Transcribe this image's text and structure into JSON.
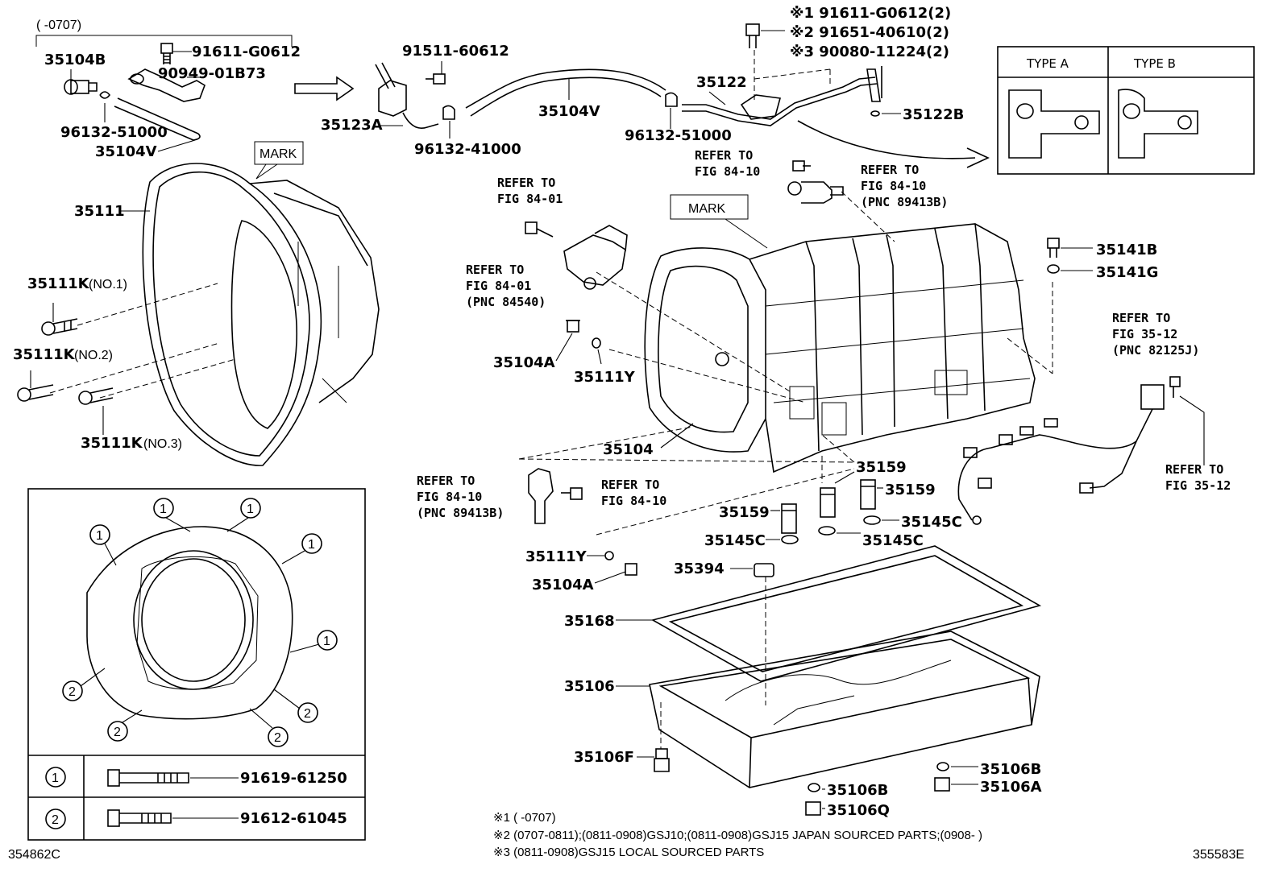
{
  "diagram": {
    "range_top_left": "(      -0707)",
    "labels": {
      "p35104B": "35104B",
      "p91611_G0612": "91611-G0612",
      "p90949_01B73": "90949-01B73",
      "p96132_51000_left": "96132-51000",
      "p35104V_left": "35104V",
      "p91511_60612": "91511-60612",
      "p35123A": "35123A",
      "p96132_41000": "96132-41000",
      "p35104V": "35104V",
      "p96132_51000_mid": "96132-51000",
      "p35122": "35122",
      "p35122B": "35122B",
      "star1": "※1 91611-G0612(2)",
      "star2": "※2 91651-40610(2)",
      "star3": "※3 90080-11224(2)",
      "p35111": "35111",
      "p35111K_1": "35111K",
      "p35111K_1_note": "(NO.1)",
      "p35111K_2": "35111K",
      "p35111K_2_note": "(NO.2)",
      "p35111K_3": "35111K",
      "p35111K_3_note": "(NO.3)",
      "p35104A_upper": "35104A",
      "p35111Y_upper": "35111Y",
      "p35104": "35104",
      "p35141B": "35141B",
      "p35141G": "35141G",
      "p35159_a": "35159",
      "p35159_b": "35159",
      "p35159_c": "35159",
      "p35145C_a": "35145C",
      "p35145C_b": "35145C",
      "p35145C_c": "35145C",
      "p35111Y_lower": "35111Y",
      "p35104A_lower": "35104A",
      "p35394": "35394",
      "p35168": "35168",
      "p35106": "35106",
      "p35106F": "35106F",
      "p35106B_right": "35106B",
      "p35106A": "35106A",
      "p35106B_mid": "35106B",
      "p35106Q": "35106Q"
    },
    "mark_labels": [
      "MARK",
      "MARK"
    ],
    "type_box": {
      "type_a": "TYPE A",
      "type_b": "TYPE B"
    },
    "refs": {
      "ref_84_10_a_1": "REFER TO",
      "ref_84_10_a_2": "FIG 84-10",
      "ref_84_10_b_1": "REFER TO",
      "ref_84_10_b_2": "FIG 84-10",
      "ref_84_10_b_3": "(PNC 89413B)",
      "ref_84_01_a_1": "REFER TO",
      "ref_84_01_a_2": "FIG 84-01",
      "ref_84_01_b_1": "REFER TO",
      "ref_84_01_b_2": "FIG 84-01",
      "ref_84_01_b_3": "(PNC 84540)",
      "ref_35_12_a_1": "REFER TO",
      "ref_35_12_a_2": "FIG 35-12",
      "ref_35_12_a_3": "(PNC 82125J)",
      "ref_35_12_b_1": "REFER TO",
      "ref_35_12_b_2": "FIG 35-12",
      "ref_84_10_c_1": "REFER TO",
      "ref_84_10_c_2": "FIG 84-10",
      "ref_84_10_c_3": "(PNC 89413B)",
      "ref_84_10_d_1": "REFER TO",
      "ref_84_10_d_2": "FIG 84-10"
    },
    "bolt_table": {
      "rows": [
        {
          "num": "1",
          "part": "91619-61250"
        },
        {
          "num": "2",
          "part": "91612-61045"
        }
      ]
    },
    "flange_callouts": [
      "1",
      "1",
      "1",
      "1",
      "1",
      "2",
      "2",
      "2",
      "2"
    ],
    "footnotes": [
      "※1  (      -0707)",
      "※2  (0707-0811);(0811-0908)GSJ10;(0811-0908)GSJ15 JAPAN SOURCED PARTS;(0908-      )",
      "※3  (0811-0908)GSJ15 LOCAL SOURCED PARTS"
    ],
    "code_left": "354862C",
    "code_right": "355583E"
  }
}
